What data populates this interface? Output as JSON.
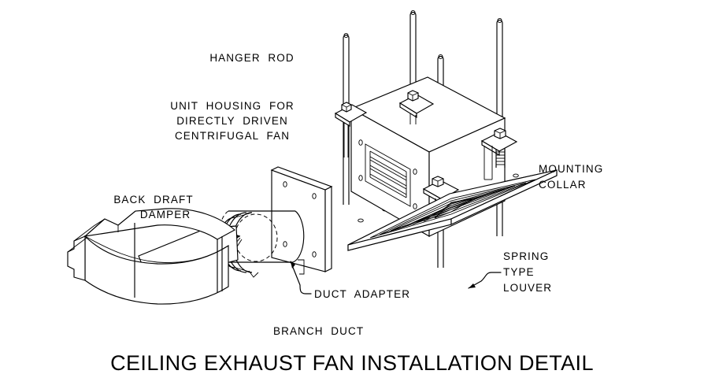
{
  "drawing": {
    "title": "CEILING EXHAUST FAN INSTALLATION DETAIL",
    "background_color": "#ffffff",
    "line_color": "#000000",
    "labels": {
      "hanger_rod": "HANGER  ROD",
      "unit_housing_1": "UNIT  HOUSING  FOR",
      "unit_housing_2": "DIRECTLY  DRIVEN",
      "unit_housing_3": "CENTRIFUGAL  FAN",
      "back_draft_1": "BACK  DRAFT",
      "back_draft_2": "DAMPER",
      "duct_adapter": "DUCT  ADAPTER",
      "branch_duct": "BRANCH  DUCT",
      "mounting_1": "MOUNTING",
      "mounting_2": "COLLAR",
      "spring_1": "SPRING",
      "spring_2": "TYPE",
      "spring_3": "LOUVER"
    },
    "components": [
      "hanger-rod",
      "unit-housing",
      "intake-grille",
      "mounting-bracket",
      "mounting-collar",
      "spring-type-louver",
      "duct-adapter",
      "back-draft-damper",
      "branch-duct"
    ]
  }
}
